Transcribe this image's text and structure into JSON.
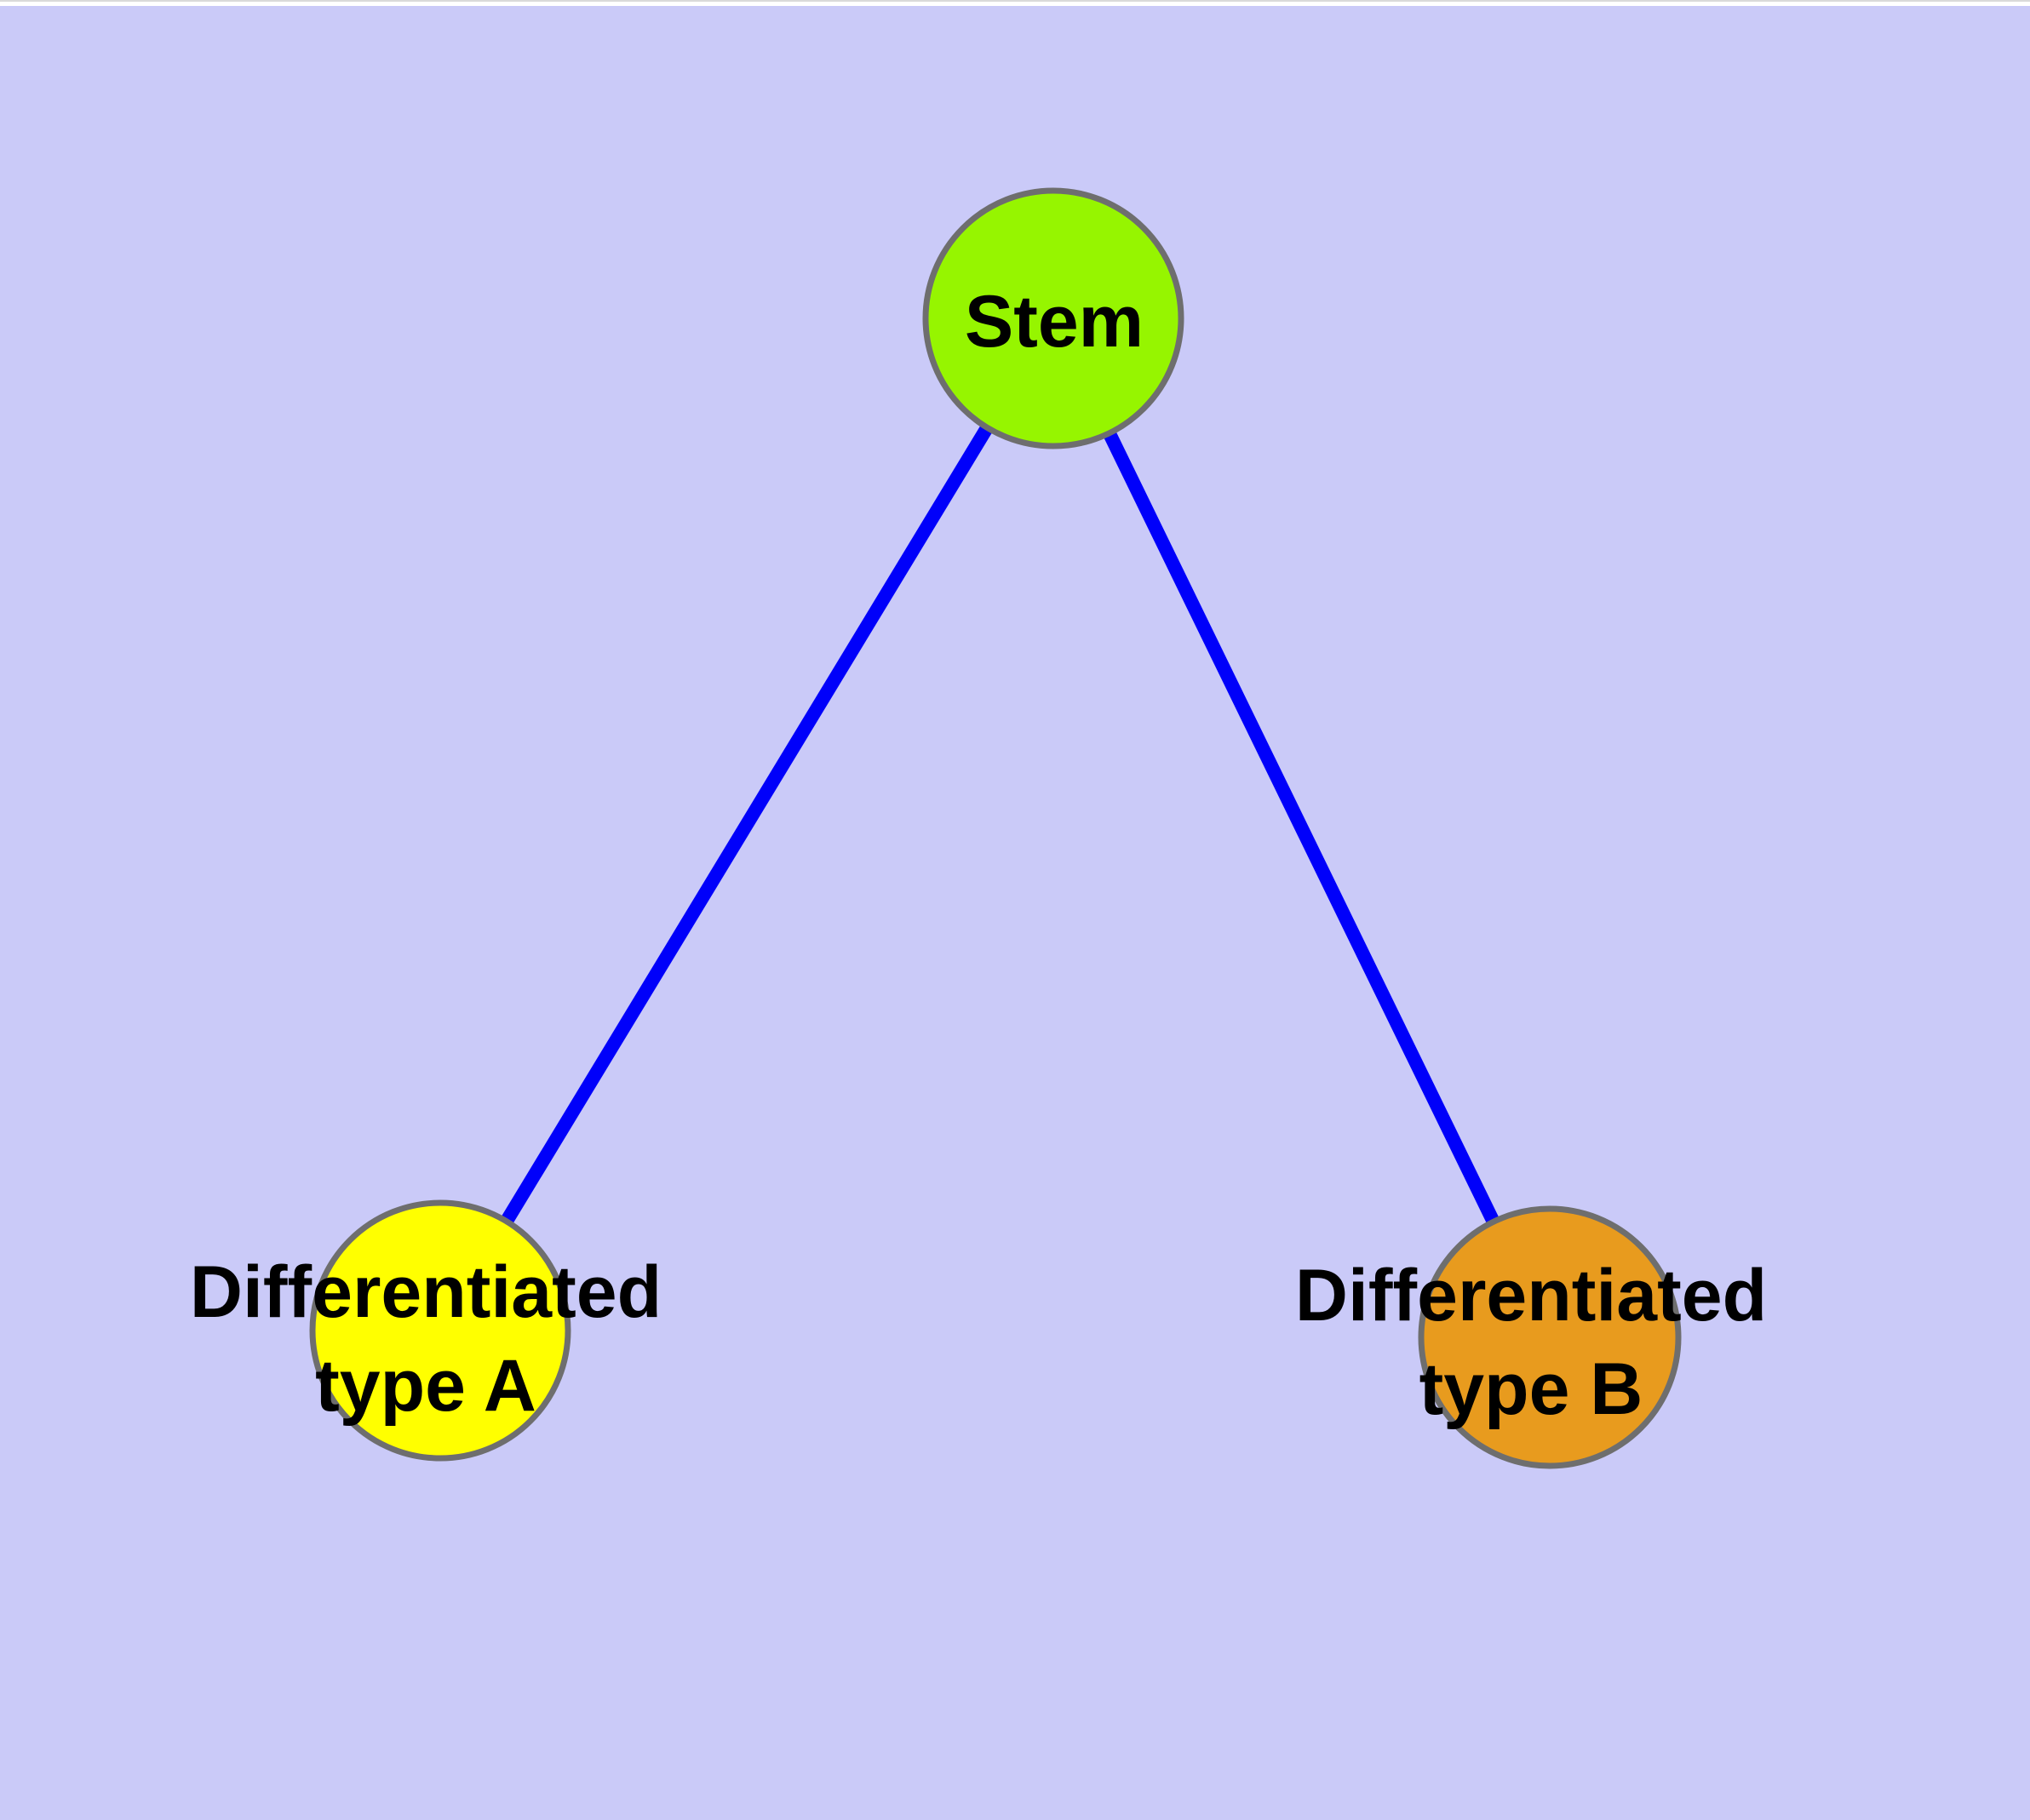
{
  "page": {
    "top_margin_color": "#ffffff",
    "top_border_color": "#d9d9d9",
    "plot_background_color": "#cacaf8"
  },
  "diagram": {
    "type": "node-edge-graph",
    "edge_color": "#0000fa",
    "node_border_color": "#6e6e6e",
    "label_color": "#000000",
    "nodes": [
      {
        "id": "stem",
        "label": "Stem",
        "label_lines": [
          "Stem"
        ],
        "fill": "#96f500"
      },
      {
        "id": "differentiated-type-a",
        "label": "Differentiated type A",
        "label_lines": [
          "Differentiated",
          "type A"
        ],
        "fill": "#ffff00"
      },
      {
        "id": "differentiated-type-b",
        "label": "Differentiated type B",
        "label_lines": [
          "Differentiated",
          "type B"
        ],
        "fill": "#e89b1e"
      }
    ],
    "edges": [
      {
        "from": "stem",
        "to": "differentiated-type-a"
      },
      {
        "from": "stem",
        "to": "differentiated-type-b"
      }
    ]
  }
}
